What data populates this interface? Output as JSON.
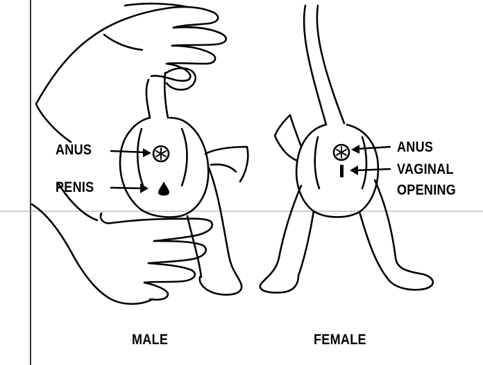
{
  "labels": {
    "male_anus": "ANUS",
    "male_penis": "PENIS",
    "female_anus": "ANUS",
    "female_vaginal_1": "VAGINAL",
    "female_vaginal_2": "OPENING",
    "caption_male": "MALE",
    "caption_female": "FEMALE"
  }
}
